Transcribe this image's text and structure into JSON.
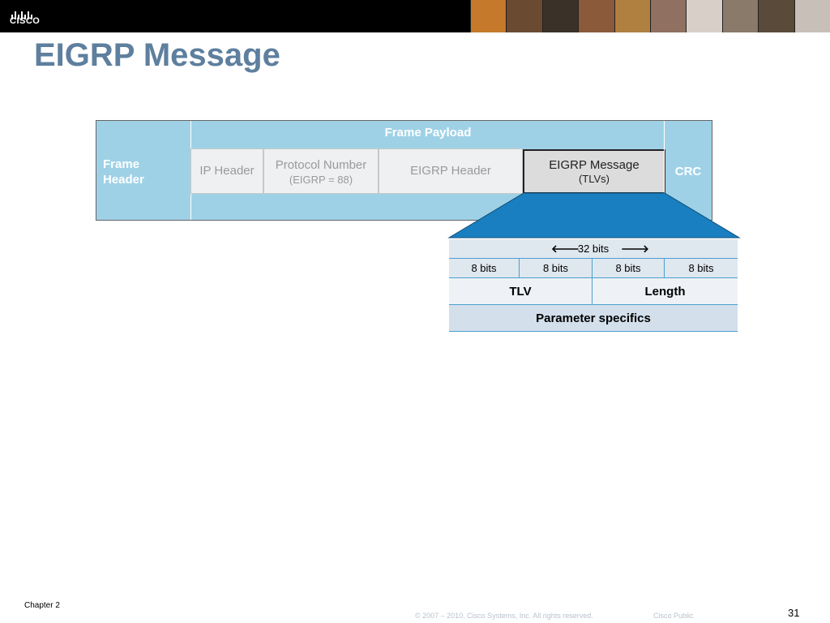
{
  "header": {
    "logo_text": "CISCO",
    "photo_colors": [
      "#c47a2a",
      "#6a4a30",
      "#3a3228",
      "#8a5a3a",
      "#b08040",
      "#907060",
      "#d8d0c8",
      "#8a7a6a",
      "#5a4a3a",
      "#c8c0b8"
    ]
  },
  "title": "EIGRP Message",
  "frame": {
    "frame_header": [
      "Frame",
      "Header"
    ],
    "payload_label": "Frame  Payload",
    "ip_header": "IP Header",
    "protocol_number": "Protocol Number",
    "protocol_value": "(EIGRP = 88)",
    "eigrp_header": "EIGRP Header",
    "eigrp_message": "EIGRP Message",
    "eigrp_message_sub": "(TLVs)",
    "crc": "CRC"
  },
  "tlv_table": {
    "arrow_left": "🡐",
    "width_label": "32 bits",
    "arrow_right": "🡒",
    "bits": [
      "8 bits",
      "8 bits",
      "8 bits",
      "8 bits"
    ],
    "tlv": "TLV",
    "length": "Length",
    "parameter": "Parameter specifics"
  },
  "footer": {
    "chapter": "Chapter 2",
    "copyright": "© 2007 – 2010, Cisco Systems, Inc. All rights reserved.",
    "public": "Cisco Public",
    "page": "31"
  },
  "colors": {
    "frame_blue": "#9fd1e6",
    "title": "#5e7f9e",
    "trapezoid": "#1a7fc0"
  }
}
